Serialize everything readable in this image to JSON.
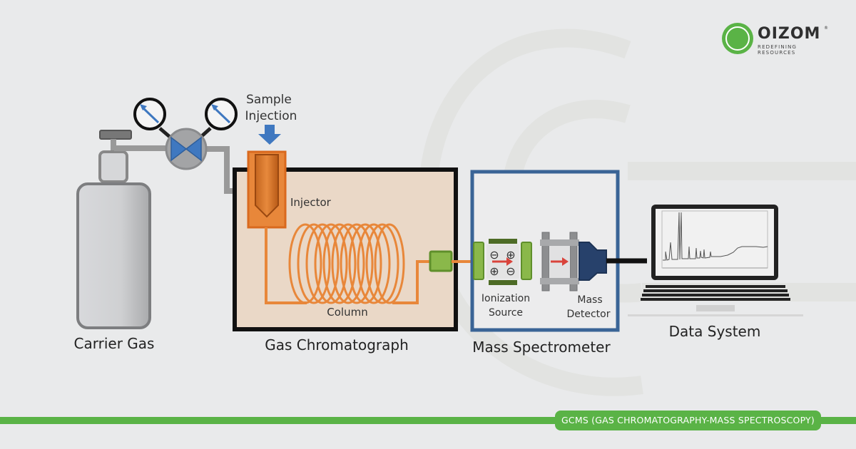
{
  "brand": {
    "name": "OIZOM",
    "registered_mark": "®",
    "tagline": "REDEFINING RESOURCES",
    "accent_color": "#5ab346"
  },
  "diagram": {
    "sample_injection_label_line1": "Sample",
    "sample_injection_label_line2": "Injection",
    "carrier_gas_label": "Carrier Gas",
    "injector_label": "Injector",
    "column_label": "Column",
    "gas_chromatograph_label": "Gas Chromatograph",
    "ionization_source_label_line1": "Ionization",
    "ionization_source_label_line2": "Source",
    "mass_detector_label_line1": "Mass",
    "mass_detector_label_line2": "Detector",
    "mass_spectrometer_label": "Mass Spectrometer",
    "data_system_label": "Data System",
    "ion_symbols": [
      "⊖",
      "⊕",
      "⊕",
      "⊖"
    ],
    "colors": {
      "gc_fill": "#ead8c7",
      "orange": "#e8873a",
      "injector": "#d9691e",
      "ms_border": "#3a6496",
      "green_part": "#8ab84a",
      "detector": "#27416b",
      "valve_blue": "#3f78c0"
    }
  },
  "footer": {
    "badge_text": "GCMS (GAS CHROMATOGRAPHY-MASS SPECTROSCOPY)"
  }
}
